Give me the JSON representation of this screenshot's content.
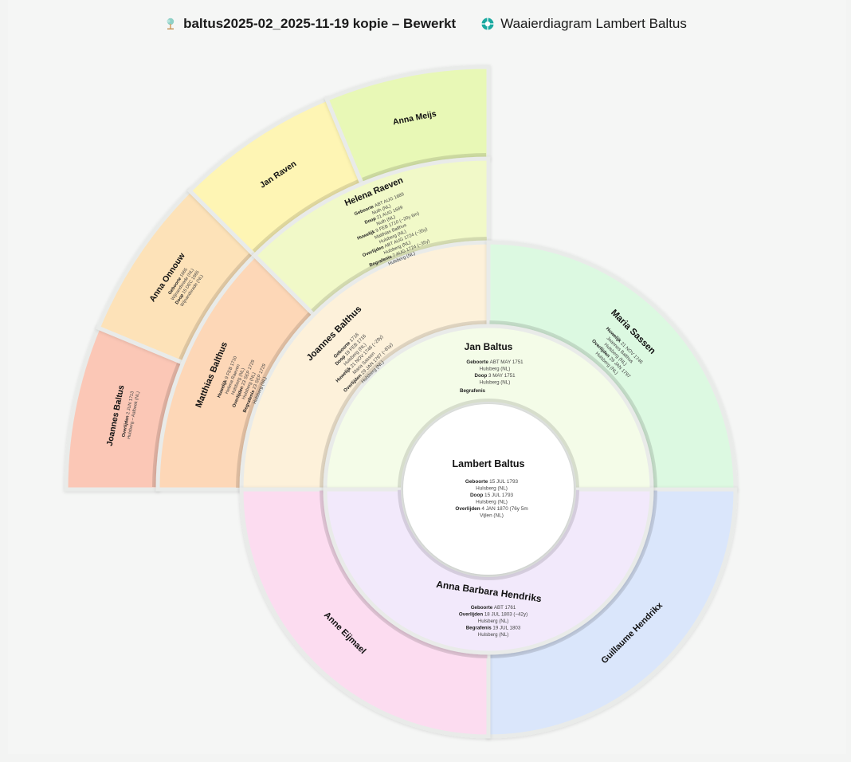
{
  "header": {
    "document_title": "baltus2025-02_2025-11-19 kopie – Bewerkt",
    "document_icon": "family-tree-icon",
    "chart_title": "Waaierdiagram Lambert Baltus",
    "chart_icon": "fan-chart-icon"
  },
  "center": {
    "name": "Lambert Baltus",
    "facts": [
      {
        "label": "Geboorte",
        "value": "15 JUL 1793",
        "place": "Hulsberg (NL)"
      },
      {
        "label": "Doop",
        "value": "15 JUL 1793",
        "place": "Hulsberg (NL)"
      },
      {
        "label": "Overlijden",
        "value": "4 JAN 1870 (76y 5m",
        "place": "Vijlen (NL)"
      }
    ]
  },
  "father": {
    "name": "Jan Baltus",
    "facts": [
      {
        "label": "Geboorte",
        "value": "ABT MAY 1751",
        "place": "Hulsberg (NL)"
      },
      {
        "label": "Doop",
        "value": "3 MAY 1751",
        "place": "Hulsberg (NL)"
      },
      {
        "label": "Begrafenis",
        "value": "",
        "place": ""
      }
    ]
  },
  "mother": {
    "name": "Anna Barbara Hendriks",
    "facts": [
      {
        "label": "Geboorte",
        "value": "ABT 1761",
        "place": ""
      },
      {
        "label": "Overlijden",
        "value": "18 JUL 1803 (~42y)",
        "place": "Hulsberg (NL)"
      },
      {
        "label": "Begrafenis",
        "value": "19 JUL 1803",
        "place": "Hulsberg (NL)"
      }
    ]
  },
  "gen2": {
    "ff": {
      "name": "Joannes Balthus",
      "facts": [
        {
          "label": "Geboorte",
          "value": "1716",
          "place": ""
        },
        {
          "label": "Doop",
          "value": "19 FEB 1716",
          "place": "Hulsberg (NL)"
        },
        {
          "label": "Huwelijk",
          "value": "21 NOV 1746 (~29y)",
          "place": "Maria Sassen"
        },
        {
          "label": "Overlijden",
          "value": "29 JAN 1797 (~81y)",
          "place": "Hulsberg (NL)"
        }
      ]
    },
    "fm": {
      "name": "Maria Sassen",
      "facts": [
        {
          "label": "Huwelijk",
          "value": "21 NOV 1746",
          "place": "Joannes Balthus"
        },
        {
          "label": "",
          "value": "",
          "place": "Hulsberg (NL)"
        },
        {
          "label": "Overlijden",
          "value": "29 JAN 1797",
          "place": "Hulsberg (NL)"
        }
      ]
    },
    "mf": {
      "name": "Guillaume Hendrikx"
    },
    "mm": {
      "name": "Anne Eijmael"
    }
  },
  "gen3": {
    "fff": {
      "name": "Matthias Balthus",
      "facts": [
        {
          "label": "Huwelijk",
          "value": "9 FEB 1710",
          "place": "Helena Raeven"
        },
        {
          "label": "",
          "value": "",
          "place": "Hulsberg (NL)"
        },
        {
          "label": "Overlijden",
          "value": "23 SEP 1729",
          "place": "Hulsberg (NL)"
        },
        {
          "label": "Begrafenis",
          "value": "23 SEP 1729",
          "place": "Hulsberg (NL)"
        }
      ]
    },
    "ffm": {
      "name": "Helena Raeven",
      "facts": [
        {
          "label": "Geboorte",
          "value": "ABT AUG 1689",
          "place": "Nuth (NL)"
        },
        {
          "label": "Doop",
          "value": "21 AUG 1689",
          "place": "Nuth (NL)"
        },
        {
          "label": "Huwelijk",
          "value": "9 FEB 1710 (~20y 6m)",
          "place": "Matthias Balthus"
        },
        {
          "label": "",
          "value": "",
          "place": "Hulsberg (NL)"
        },
        {
          "label": "Overlijden",
          "value": "ABT AUG 1724 (~35y)",
          "place": "Hulsberg (NL)"
        },
        {
          "label": "Begrafenis",
          "value": "7 AUG 1724 (~35y)",
          "place": "Hulsberg (NL)"
        }
      ]
    }
  },
  "gen4": {
    "ffff": {
      "name": "Joannes Baltus",
      "facts": [
        {
          "label": "Overlijden",
          "value": "2 JUN 1713",
          "place": "Hulsberg – Aalbeek (NL)"
        }
      ]
    },
    "fffm": {
      "name": "Anna Onnouw",
      "facts": [
        {
          "label": "Geboorte",
          "value": "1665",
          "place": "Wijnandsrade (NL)"
        },
        {
          "label": "Doop",
          "value": "15 DEC 1665",
          "place": "Wijnandsrade (NL)"
        }
      ]
    },
    "ffmf": {
      "name": "Jan Raven"
    },
    "ffmm": {
      "name": "Anna Meijs"
    }
  },
  "colors": {
    "center": "#ffffff",
    "father": "#f4fce8",
    "mother": "#f2e9fb",
    "ff": "#fdf1da",
    "fm": "#dcf9e1",
    "mf": "#dae6fb",
    "mm": "#fcdcf0",
    "fff": "#fdd7b7",
    "ffm": "#f1f9c8",
    "ffff": "#fbc7b6",
    "fffm": "#fde2b8",
    "ffmf": "#fef5b4",
    "ffmm": "#e8f8b6"
  }
}
